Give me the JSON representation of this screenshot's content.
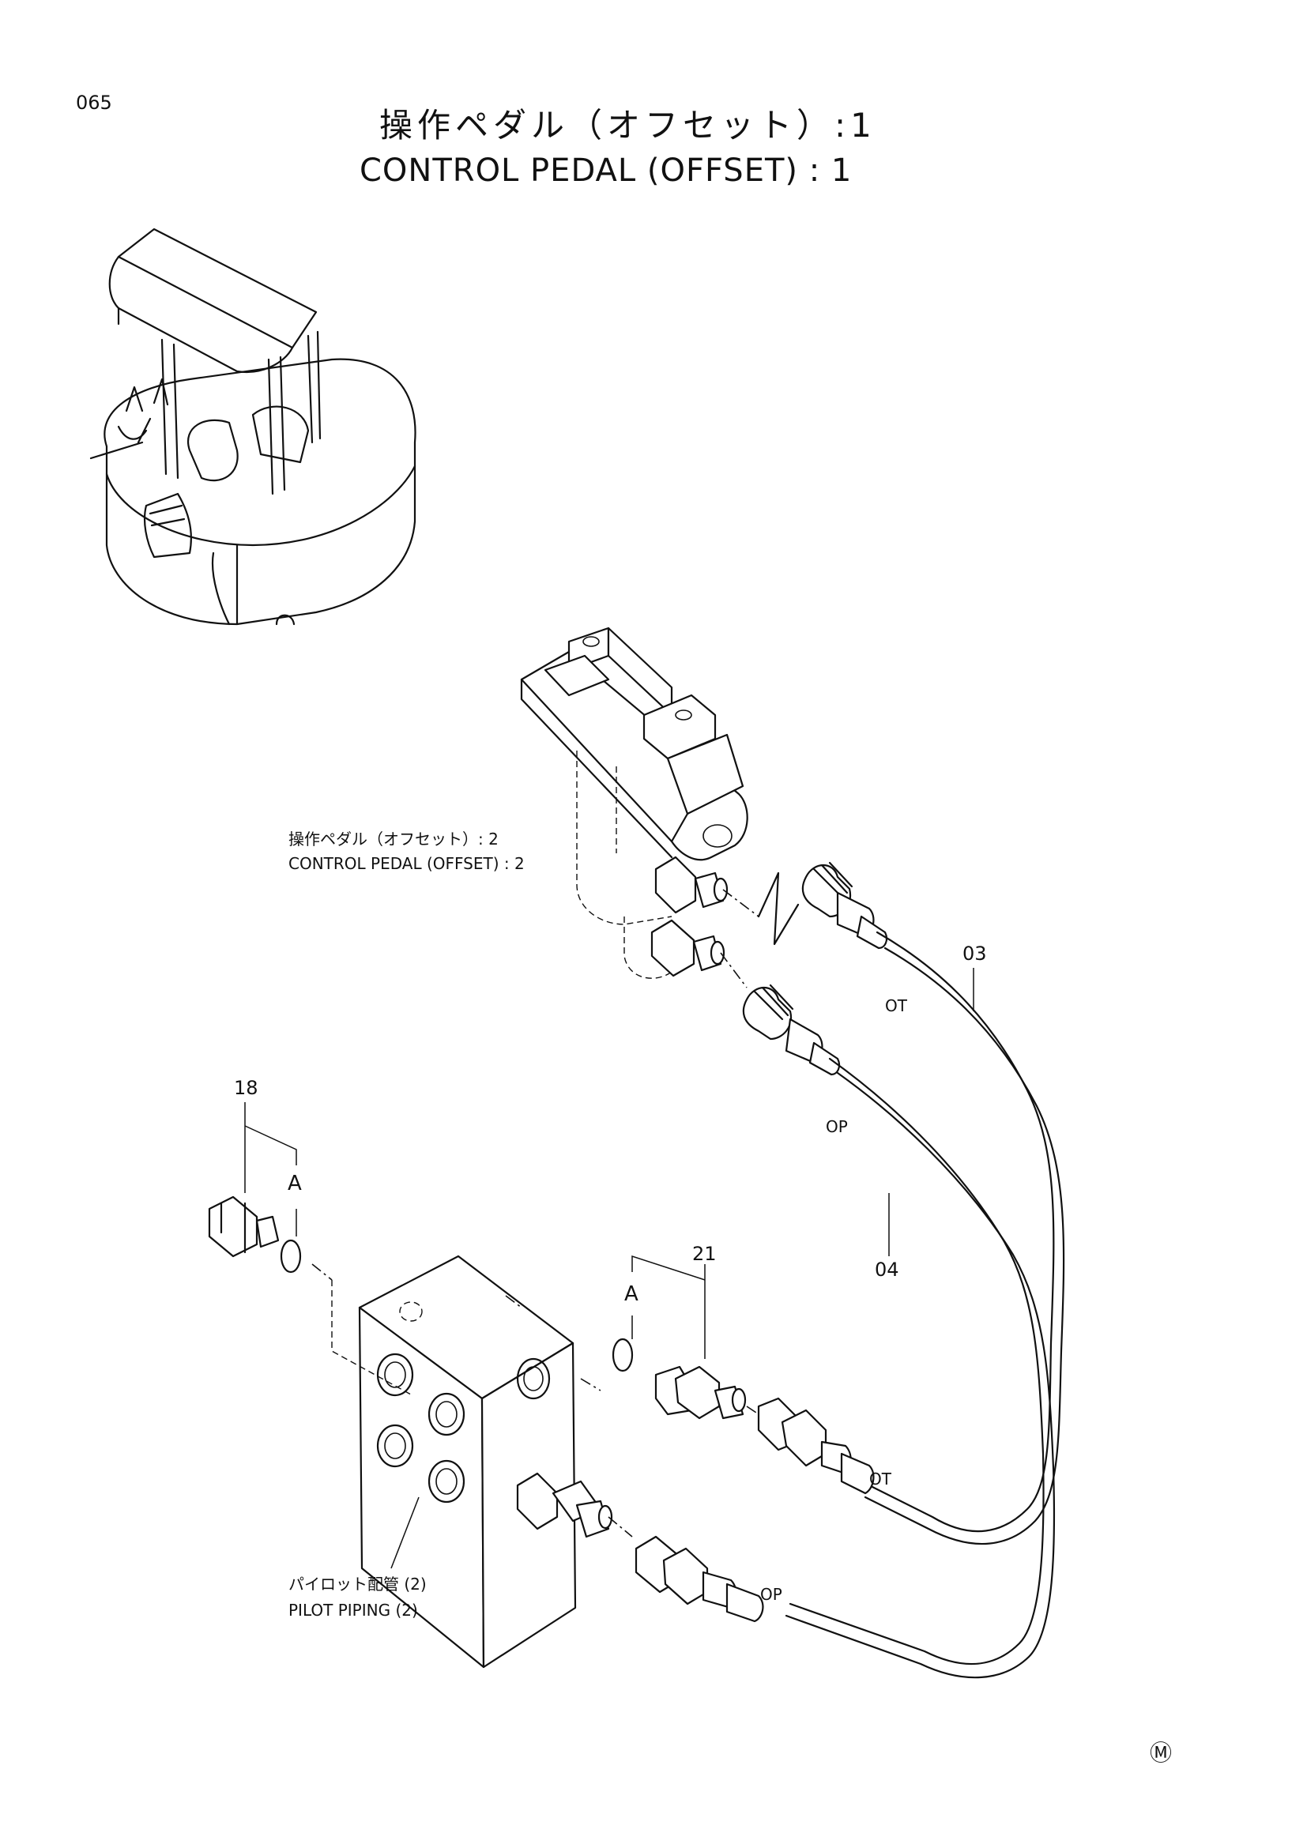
{
  "page": {
    "number": "065",
    "title_ja": "操作ペダル（オフセット）:1",
    "title_en": "CONTROL PEDAL (OFFSET) : 1",
    "mark": "Ⓜ"
  },
  "callouts": {
    "pedal_ref_ja": "操作ペダル（オフセット）: 2",
    "pedal_ref_en": "CONTROL PEDAL (OFFSET) : 2",
    "piping_ref_ja": "パイロット配管 (2)",
    "piping_ref_en": "PILOT PIPING (2)"
  },
  "parts": [
    {
      "no": "03"
    },
    {
      "no": "04"
    },
    {
      "no": "18"
    },
    {
      "no": "21"
    }
  ],
  "ports": {
    "ot": "OT",
    "op": "OP"
  },
  "ref_letters": {
    "a": "A"
  },
  "icons": [
    "excavator-overview-illustration",
    "pedal-assembly",
    "valve-block",
    "hose-03",
    "hose-04",
    "plug-18",
    "adapter-21",
    "o-ring"
  ]
}
